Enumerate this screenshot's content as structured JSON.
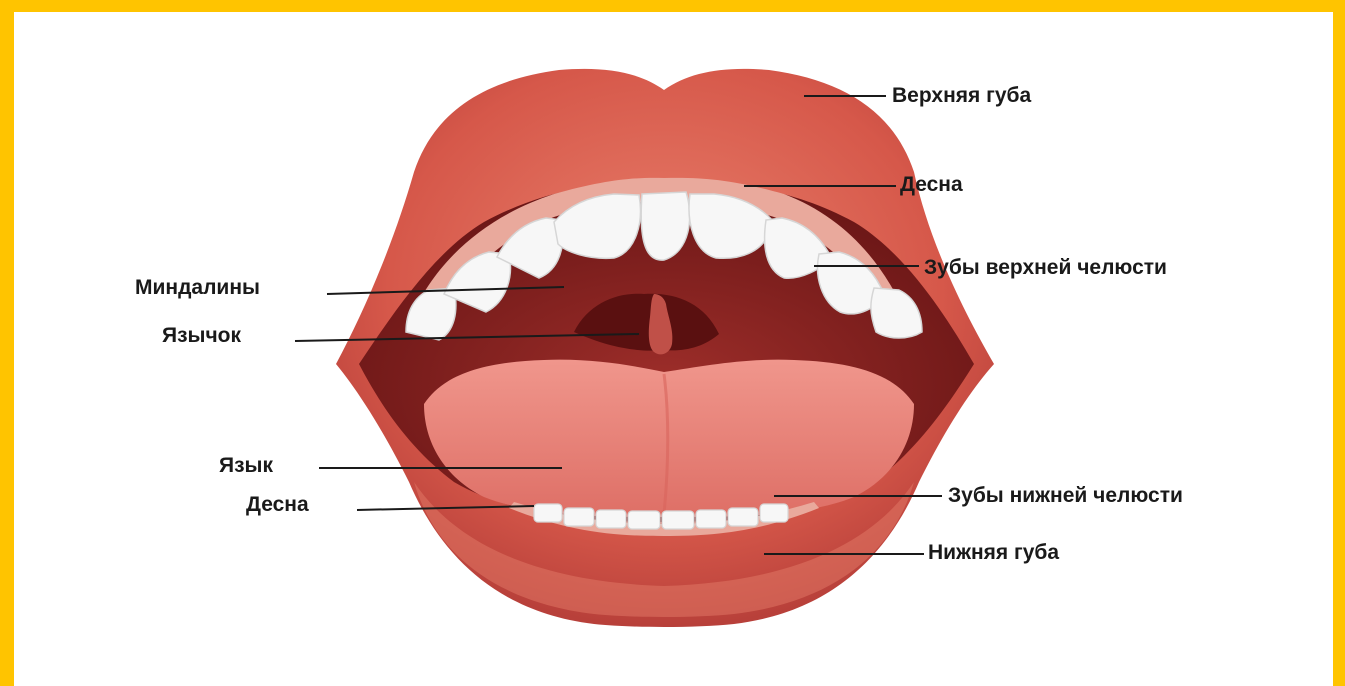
{
  "labels": {
    "upper_lip": "Верхняя губа",
    "gum_upper": "Десна",
    "upper_teeth": "Зубы верхней челюсти",
    "tonsils": "Миндалины",
    "uvula": "Язычок",
    "tongue": "Язык",
    "gum_lower": "Десна",
    "lower_teeth": "Зубы нижней челюсти",
    "lower_lip": "Нижняя губа"
  },
  "colors": {
    "frame": "#FFC400",
    "lip": "#D9604F",
    "tongue": "#E8837A",
    "throat": "#7A1E1E",
    "teeth": "#F5F5F5",
    "gum": "#E9A99C"
  }
}
